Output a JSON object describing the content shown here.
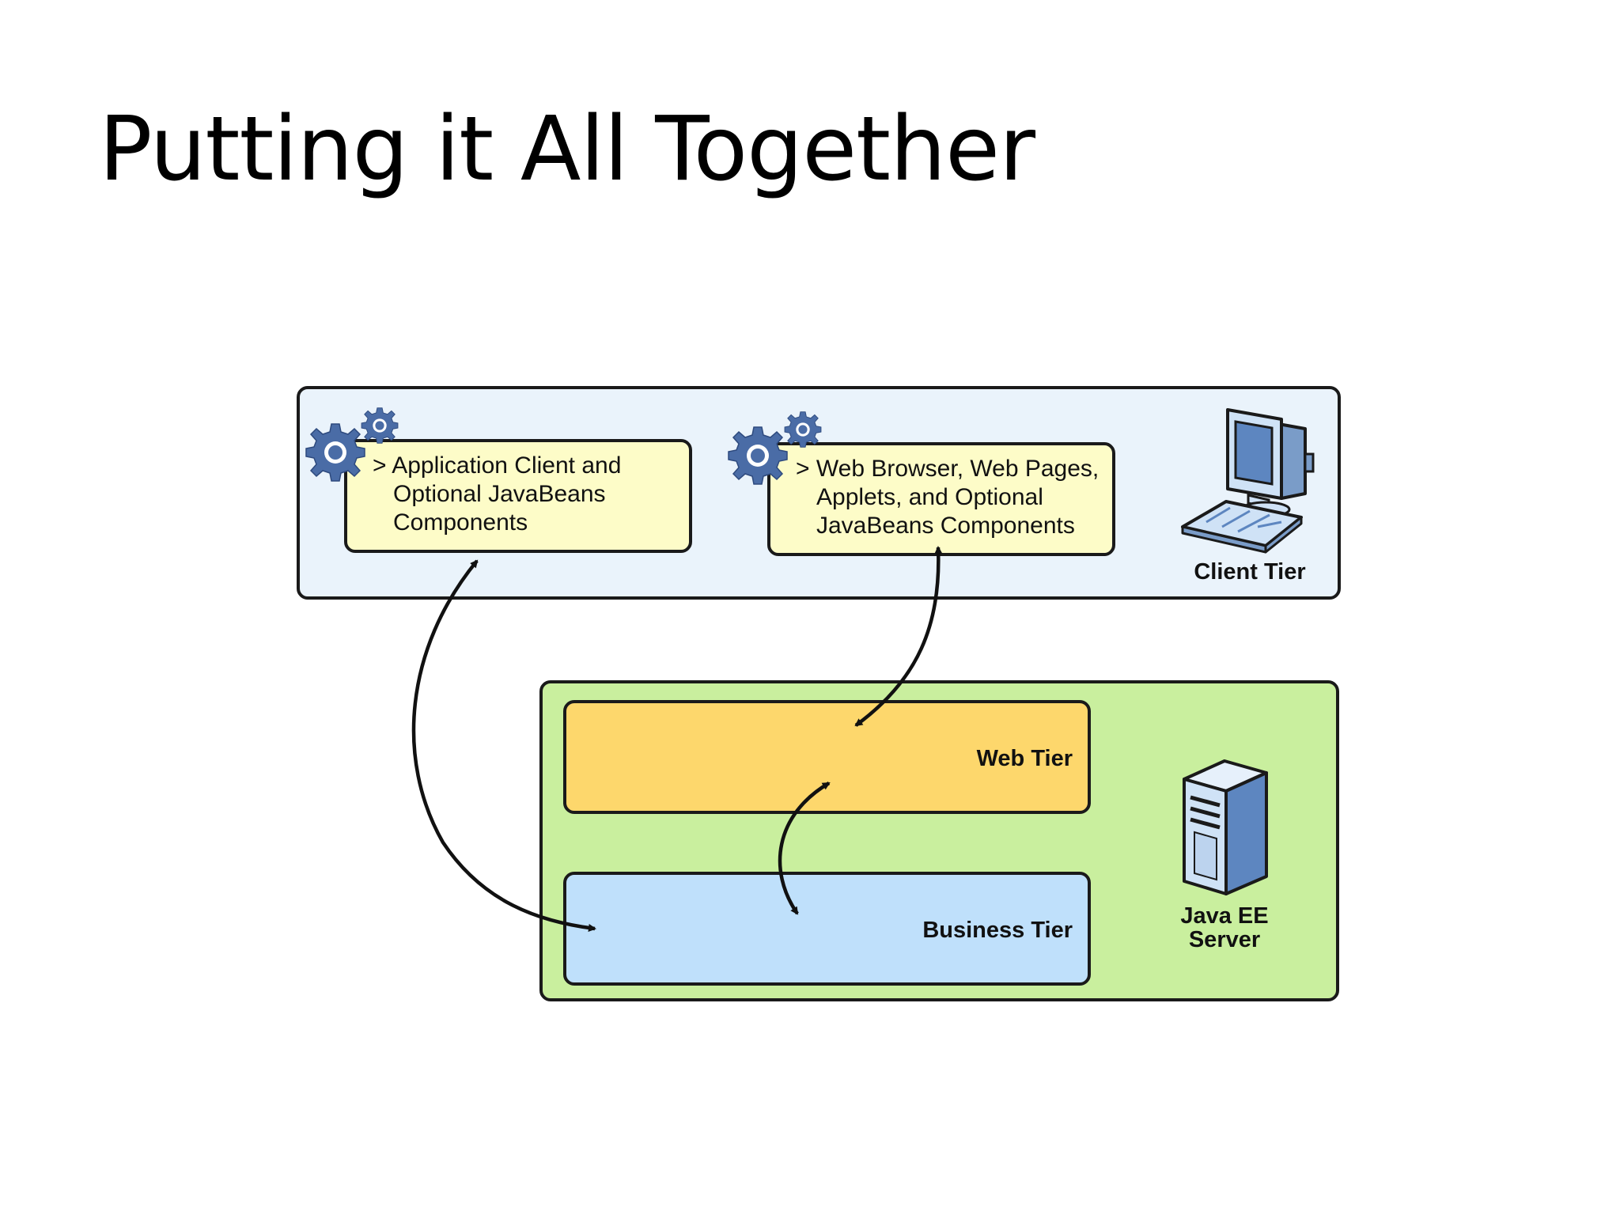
{
  "slide": {
    "title": "Putting it All Together"
  },
  "client_tier": {
    "label": "Client Tier",
    "app_client": {
      "lines": [
        "> Application Client and",
        "Optional JavaBeans",
        "Components"
      ]
    },
    "web_browser": {
      "lines": [
        "> Web Browser, Web Pages,",
        "Applets, and Optional",
        "JavaBeans Components"
      ]
    }
  },
  "server": {
    "label_lines": [
      "Java EE",
      "Server"
    ],
    "web_tier_label": "Web Tier",
    "business_tier_label": "Business Tier"
  },
  "colors": {
    "client_bg": "#eaf3fb",
    "component_bg": "#fdfcc8",
    "server_bg": "#c9ef9e",
    "web_tier_bg": "#fdd76c",
    "business_tier_bg": "#bfe0fb",
    "gear": "#4a6ca6",
    "outline": "#1a1a1a"
  },
  "icons": [
    "gear-icon",
    "computer-icon",
    "server-icon"
  ]
}
